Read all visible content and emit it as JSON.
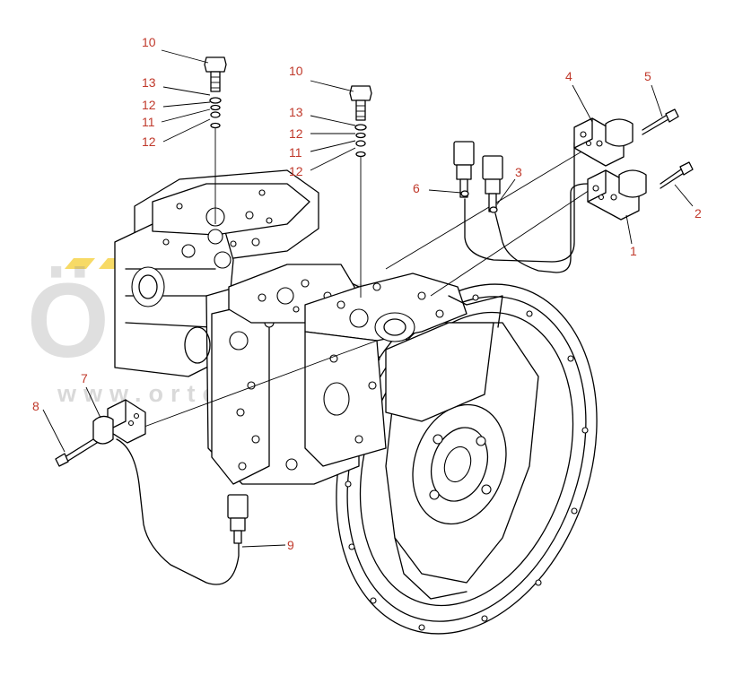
{
  "watermark": {
    "brand": "ÖRTEK",
    "url": "www.ortekismakinalari.com.tr",
    "brand_color": "#f2c200"
  },
  "callout_color": "#c0392b",
  "callouts": {
    "c1": "1",
    "c2": "2",
    "c3": "3",
    "c4": "4",
    "c5": "5",
    "c6": "6",
    "c7": "7",
    "c8": "8",
    "c9": "9",
    "c10a": "10",
    "c13a": "13",
    "c12a": "12",
    "c11a": "11",
    "c12b": "12",
    "c10b": "10",
    "c13b": "13",
    "c12c": "12",
    "c11b": "11",
    "c12d": "12"
  }
}
